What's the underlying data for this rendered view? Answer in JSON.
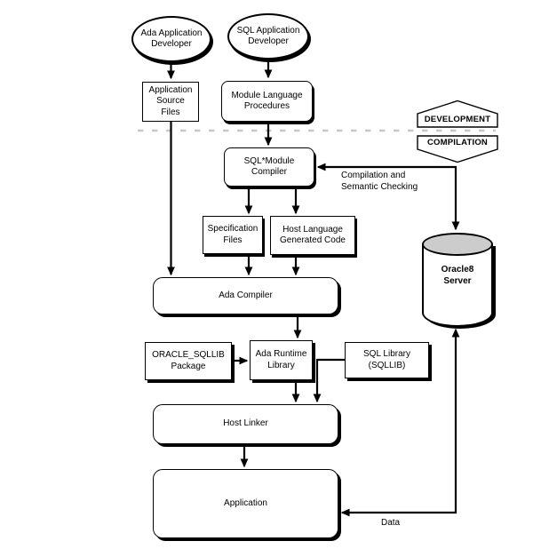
{
  "diagram": {
    "sections": {
      "development": "DEVELOPMENT",
      "compilation": "COMPILATION"
    },
    "nodes": {
      "ada_developer": {
        "label": "Ada Application\nDeveloper",
        "shape": "ellipse"
      },
      "sql_developer": {
        "label": "SQL Application\nDeveloper",
        "shape": "ellipse"
      },
      "application_source_files": {
        "label": "Application\nSource\nFiles",
        "shape": "rect"
      },
      "module_language_procedures": {
        "label": "Module Language\nProcedures",
        "shape": "rounded-rect"
      },
      "sql_module_compiler": {
        "label": "SQL*Module\nCompiler",
        "shape": "rounded-rect"
      },
      "specification_files": {
        "label": "Specification\nFiles",
        "shape": "rect"
      },
      "host_language_generated_code": {
        "label": "Host Language\nGenerated Code",
        "shape": "rect"
      },
      "ada_compiler": {
        "label": "Ada Compiler",
        "shape": "rounded-rect"
      },
      "oracle_sqllib_package": {
        "label": "ORACLE_SQLLIB\nPackage",
        "shape": "rect"
      },
      "ada_runtime_library": {
        "label": "Ada Runtime\nLibrary",
        "shape": "rect"
      },
      "sql_library": {
        "label": "SQL Library\n(SQLLIB)",
        "shape": "rect"
      },
      "host_linker": {
        "label": "Host Linker",
        "shape": "rounded-rect"
      },
      "application": {
        "label": "Application",
        "shape": "rounded-rect"
      },
      "oracle8_server": {
        "label": "Oracle8\nServer",
        "shape": "cylinder"
      }
    },
    "edge_labels": {
      "compilation_checking": "Compilation and\nSemantic Checking",
      "data": "Data"
    },
    "edges": [
      {
        "from": "ada_developer",
        "to": "application_source_files"
      },
      {
        "from": "sql_developer",
        "to": "module_language_procedures"
      },
      {
        "from": "application_source_files",
        "to": "ada_compiler"
      },
      {
        "from": "module_language_procedures",
        "to": "sql_module_compiler"
      },
      {
        "from": "sql_module_compiler",
        "to": "specification_files"
      },
      {
        "from": "sql_module_compiler",
        "to": "host_language_generated_code"
      },
      {
        "from": "specification_files",
        "to": "ada_compiler"
      },
      {
        "from": "host_language_generated_code",
        "to": "ada_compiler"
      },
      {
        "from": "ada_compiler",
        "to": "ada_runtime_library"
      },
      {
        "from": "oracle_sqllib_package",
        "to": "ada_runtime_library"
      },
      {
        "from": "ada_runtime_library",
        "to": "host_linker"
      },
      {
        "from": "sql_library",
        "to": "host_linker"
      },
      {
        "from": "host_linker",
        "to": "application"
      },
      {
        "from": "sql_module_compiler",
        "to": "oracle8_server",
        "bidirectional": true,
        "label": "Compilation and Semantic Checking"
      },
      {
        "from": "oracle8_server",
        "to": "application",
        "bidirectional": true,
        "label": "Data"
      }
    ],
    "colors": {
      "line": "#000000",
      "divider": "#c8c8c8",
      "cylinder_top_fill": "#cccccc",
      "node_fill": "#ffffff",
      "background": "#ffffff"
    }
  }
}
